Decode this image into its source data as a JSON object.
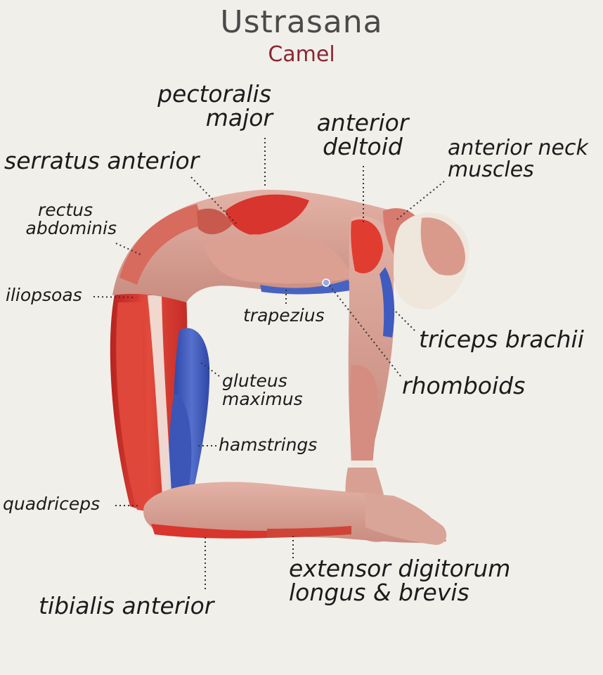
{
  "title": "Ustrasana",
  "subtitle": "Camel",
  "labels": {
    "pectoralis_major": [
      "pectoralis",
      "major"
    ],
    "anterior_deltoid": [
      "anterior",
      "deltoid"
    ],
    "anterior_neck": [
      "anterior neck",
      "muscles"
    ],
    "serratus_anterior": "serratus anterior",
    "rectus_abdominis": [
      "rectus",
      "abdominis"
    ],
    "iliopsoas": "iliopsoas",
    "trapezius": "trapezius",
    "triceps_brachii": "triceps brachii",
    "gluteus_maximus": [
      "gluteus",
      "maximus"
    ],
    "rhomboids": "rhomboids",
    "hamstrings": "hamstrings",
    "quadriceps": "quadriceps",
    "extensor_digitorum": [
      "extensor digitorum",
      "longus & brevis"
    ],
    "tibialis_anterior": "tibialis anterior"
  },
  "colors": {
    "background": "#f1efea",
    "title": "#4a4a4a",
    "subtitle": "#8b2632",
    "muscle_active": "#d9342e",
    "muscle_stretched": "#3d57b8",
    "muscle_neutral": "#d9a59a",
    "bone": "#efe6dc",
    "label_text": "#1c1c1c"
  }
}
